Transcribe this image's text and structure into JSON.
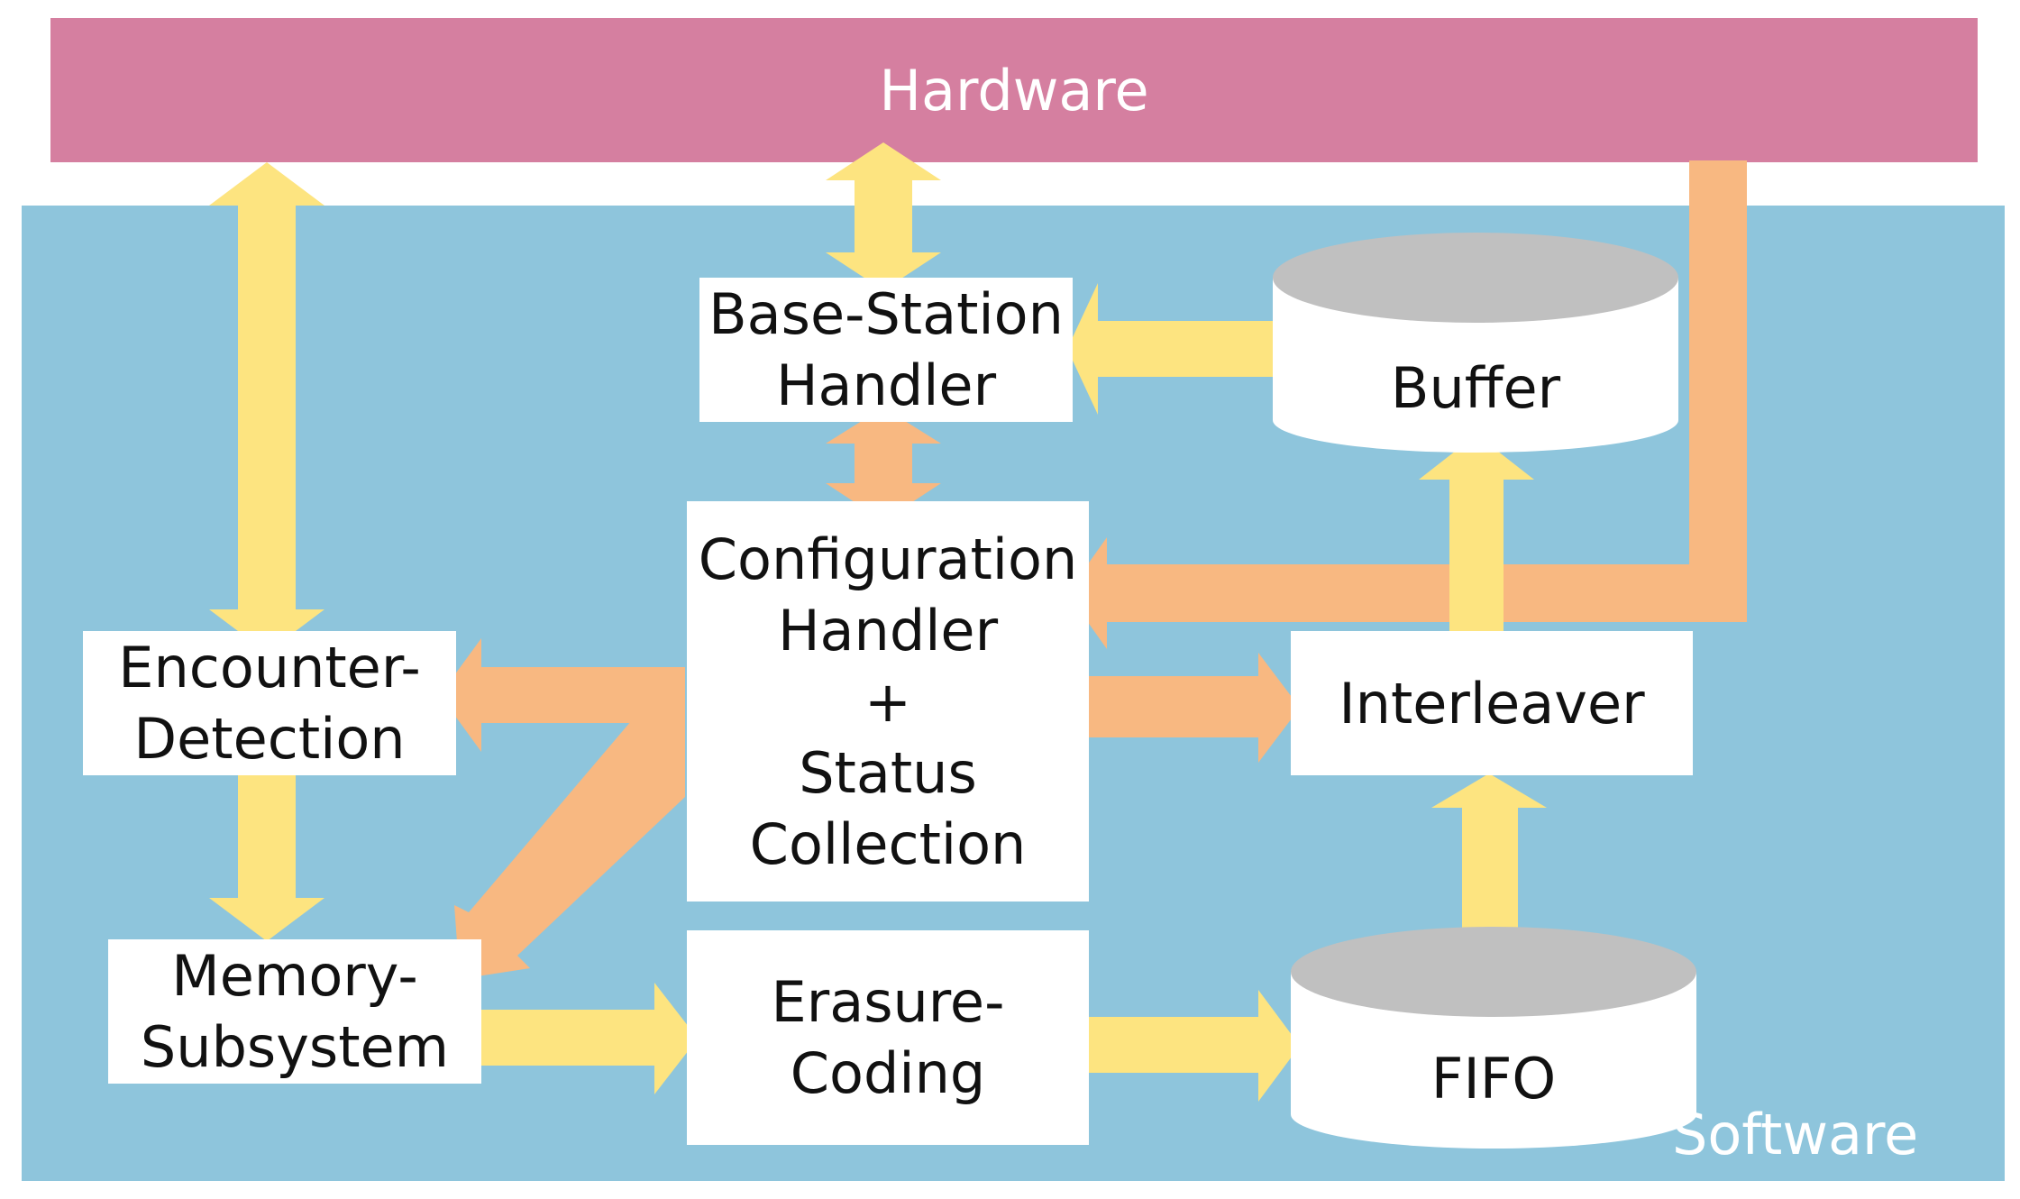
{
  "colors": {
    "hardware": "#d57fa0",
    "software": "#8ec5dc",
    "data_arrow": "#fde480",
    "control_arrow": "#f8b881",
    "cylinder_top": "#c0c0c0"
  },
  "hardware": {
    "label": "Hardware"
  },
  "software": {
    "label": "Software"
  },
  "blocks": {
    "base_station": "Base-Station\nHandler",
    "configuration": "Configuration\nHandler\n+\nStatus\nCollection",
    "encounter": "Encounter-\nDetection",
    "memory": "Memory-\nSubsystem",
    "erasure": "Erasure-\nCoding",
    "interleaver": "Interleaver"
  },
  "stores": {
    "buffer": "Buffer",
    "fifo": "FIFO"
  }
}
